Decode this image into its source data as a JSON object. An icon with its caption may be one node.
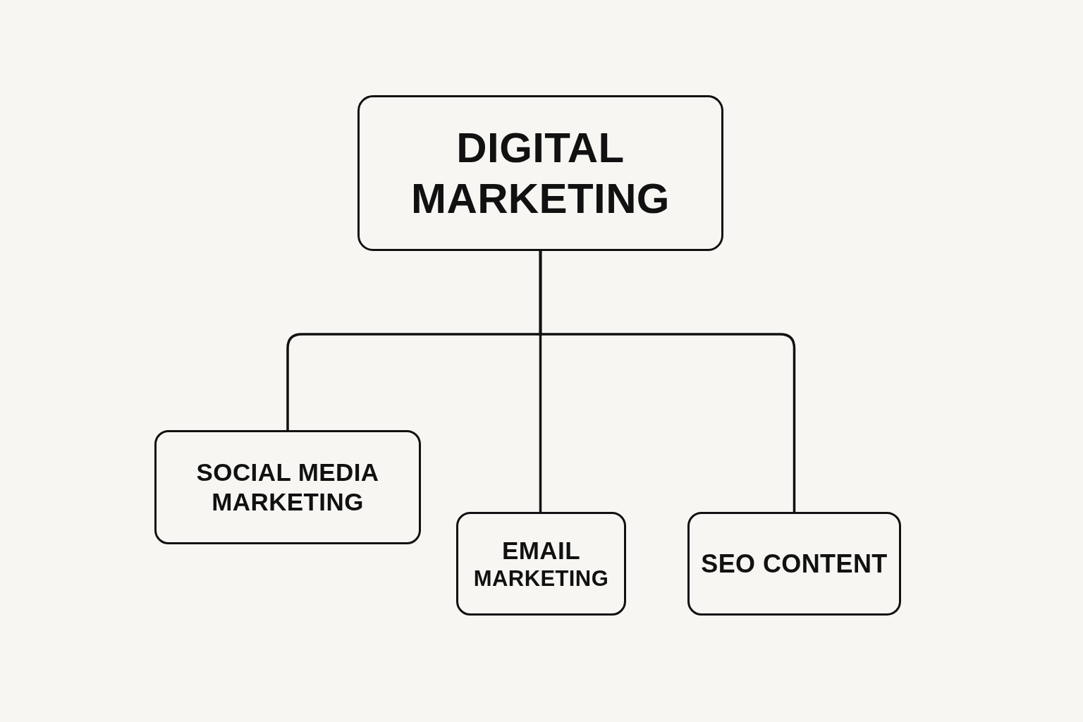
{
  "diagram": {
    "nodes": [
      {
        "text": [
          "DIGITAL MARKETING"
        ]
      },
      {
        "text": [
          "SOCIAL MEDIA MARKETING"
        ]
      },
      {
        "text": [
          "EMAIL",
          "MARKETING"
        ]
      },
      {
        "text": [
          "SEO CONTENT"
        ]
      }
    ],
    "edges": [
      {
        "from": 0,
        "to": 1,
        "arrow": "none"
      },
      {
        "from": 0,
        "to": 2,
        "arrow": "none"
      },
      {
        "from": 0,
        "to": 3,
        "arrow": "none"
      }
    ]
  }
}
